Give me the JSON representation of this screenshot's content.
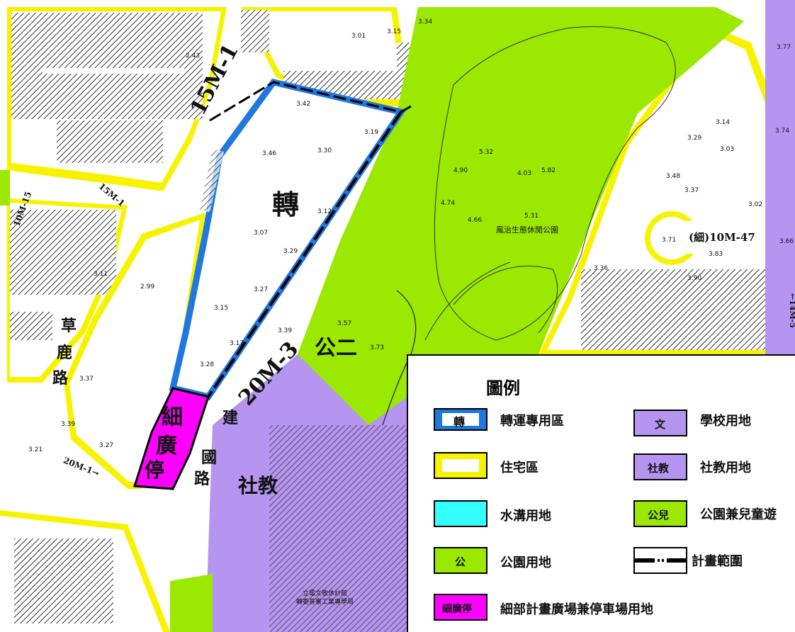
{
  "map": {
    "zone_labels": {
      "transit": "轉",
      "park": "公二",
      "social_edu": "社教"
    },
    "roads": {
      "r15m": "15M-1",
      "r20m": "20M-3",
      "r10m47": "(細)10M-47",
      "r20m1": "20M-1→",
      "r15m1": "15M-1",
      "r10m15": "10M-15",
      "r14m5": "←14M-5"
    },
    "road_chars": {
      "cao": "草",
      "lu1": "鹿",
      "lu2": "路",
      "jian": "建",
      "guo": "國",
      "lu3": "路"
    },
    "plaza_chars": [
      "細",
      "廣",
      "停"
    ],
    "park_name": "鳳治生態休閒公園",
    "museum_lines": [
      "立電文敬休計館",
      "轉委普審工業專學局"
    ],
    "elevations": [
      "3.42",
      "3.46",
      "3.30",
      "3.19",
      "3.12",
      "3.07",
      "3.29",
      "3.27",
      "3.15",
      "3.17",
      "3.28",
      "3.39",
      "3.57",
      "3.73",
      "4.90",
      "5.32",
      "4.03",
      "5.82",
      "4.74",
      "4.66",
      "5.31",
      "3.77",
      "3.74",
      "3.14",
      "3.03",
      "3.48",
      "3.37",
      "3.02",
      "3.71",
      "3.83",
      "3.90",
      "3.36",
      "2.99",
      "3.11",
      "3.37",
      "3.39",
      "3.27",
      "3.21",
      "2.43",
      "3.01",
      "3.15",
      "3.34",
      "3.66",
      "3.29"
    ]
  },
  "legend": {
    "title": "圖例",
    "items": [
      {
        "inner": "轉",
        "label": "轉運專用區"
      },
      {
        "inner": "",
        "label": "住宅區"
      },
      {
        "inner": "",
        "label": "水溝用地"
      },
      {
        "inner": "公",
        "label": "公園用地"
      },
      {
        "inner": "細廣停",
        "label": "細部計畫廣場兼停車場用地"
      },
      {
        "inner": "文",
        "label": "學校用地"
      },
      {
        "inner": "社教",
        "label": "社教用地"
      },
      {
        "inner": "公兒",
        "label": "公園兼兒童遊"
      },
      {
        "inner": "",
        "label": "計畫範圍"
      }
    ]
  },
  "colors": {
    "park_green": "#9be800",
    "school_purple": "#b595f0",
    "residential_yellow": "#f7f300",
    "transit_blue": "#1f77e0",
    "plaza_magenta": "#ff00ff",
    "ditch_cyan": "#33ffff",
    "hatch_gray": "#555555"
  }
}
